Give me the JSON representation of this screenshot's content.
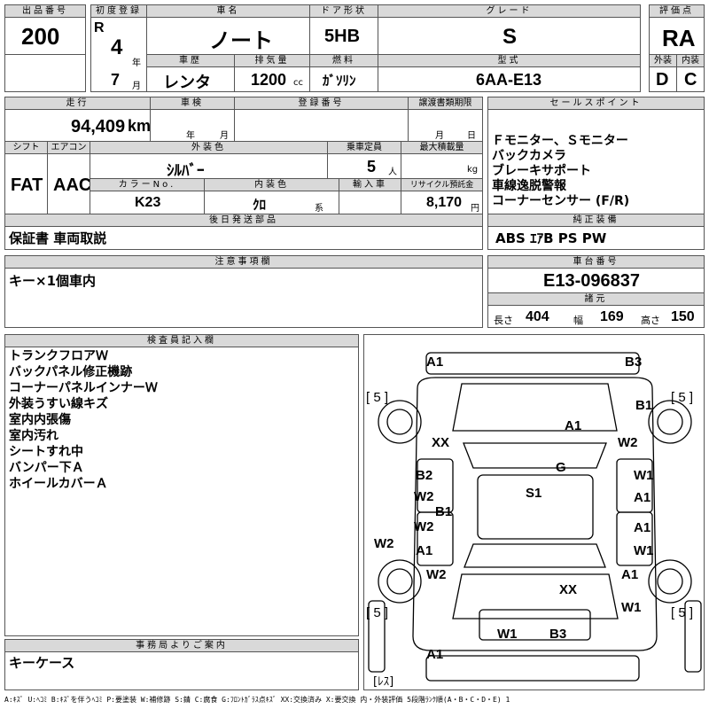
{
  "headers": {
    "lot_no": "出品番号",
    "first_reg": "初度登録",
    "car_name": "車名",
    "door_type": "ドア形状",
    "grade": "グレード",
    "rating": "評価点",
    "exterior": "外装",
    "interior": "内装",
    "history": "車歴",
    "displacement": "排気量",
    "fuel": "燃料",
    "model_code": "型式",
    "mileage": "走行",
    "inspection": "車検",
    "reg_no": "登録番号",
    "transfer_date": "譲渡書類期限",
    "sales_points": "セールスポイント",
    "shift": "シフト",
    "aircon": "エアコン",
    "exterior_color": "外装色",
    "capacity": "乗車定員",
    "max_load": "最大積載量",
    "color_no": "カラーNo.",
    "interior_color": "内装色",
    "import": "輸入車",
    "recycle": "リサイクル預託金",
    "deferred": "後日発送部品",
    "genuine": "純正装備",
    "notes": "注意事項欄",
    "chassis": "車台番号",
    "specs": "諸元",
    "inspector": "検査員記入欄",
    "office": "事務局よりご案内"
  },
  "lot_number": "200",
  "first_registration": {
    "era": "R",
    "year": "4",
    "year_unit": "年",
    "month": "7",
    "month_unit": "月"
  },
  "car_name": "ノート",
  "door_type": "5HB",
  "grade": "S",
  "rating": {
    "overall": "RA",
    "exterior": "D",
    "interior": "C"
  },
  "history": "レンタ",
  "displacement": "1200",
  "displacement_unit": "cc",
  "fuel": "ｶﾞｿﾘﾝ",
  "model_code": "6AA-E13",
  "mileage": "94,409",
  "mileage_unit": "km",
  "inspection_units": {
    "year": "年",
    "month": "月"
  },
  "transfer_units": {
    "month": "月",
    "day": "日"
  },
  "sales_points": [
    "Ｆモニター、Ｓモニター",
    "バックカメラ",
    "ブレーキサポート",
    "車線逸脱警報",
    "コーナーセンサー (F/R)"
  ],
  "shift": "FAT",
  "aircon": "AAC",
  "exterior_color": "ｼﾙﾊﾞｰ",
  "capacity": "5",
  "capacity_unit": "人",
  "max_load_unit": "kg",
  "color_no": "K23",
  "interior_color": "ｸﾛ",
  "interior_color_suffix": "系",
  "recycle_fee": "8,170",
  "recycle_unit": "円",
  "deferred_parts": "保証書 車両取説",
  "genuine_equipment": "ABS ｴｱB PS PW",
  "notes": "キー×1個車内",
  "chassis_number": "E13-096837",
  "dimensions": {
    "length_label": "長さ",
    "length": "404",
    "width_label": "幅",
    "width": "169",
    "height_label": "高さ",
    "height": "150"
  },
  "inspector_notes": [
    "トランクフロアＷ",
    "バックパネル修正機跡",
    "コーナーパネルインナーＷ",
    "外装うすい線キズ",
    "室内内張傷",
    "室内汚れ",
    "シートすれ中",
    "バンパー下Ａ",
    "ホイールカバーＡ"
  ],
  "office_notes": "キーケース",
  "diagram_labels": {
    "rear_left": "A1",
    "rear_right": "B3",
    "trunk_right": "B1",
    "roof_right": "A1",
    "left_rear_qtr": "XX",
    "right_rear_qtr": "W2",
    "roof": "G",
    "cabin": "S1",
    "left_door_rear_1": "B2",
    "left_door_rear_2": "W2",
    "left_sill": "B1",
    "left_door_front_1": "W2",
    "left_door_front_2": "A1",
    "right_door_rear_1": "W1",
    "right_door_rear_2": "A1",
    "right_door_front_1": "A1",
    "right_door_front_2": "W1",
    "left_fender_outer": "W2",
    "left_fender": "W2",
    "hood": "XX",
    "right_fender": "A1",
    "right_front": "W1",
    "front_bumper_left": "W1",
    "front_bumper_right": "B3",
    "front_bottom": "A1",
    "tire_rl": "[ 5 ]",
    "tire_rr": "[ 5 ]",
    "tire_fl": "[ 5 ]",
    "tire_fr": "[ 5 ]",
    "less": "[ﾚｽ]"
  },
  "legend": "A:ｷｽﾞ U:ﾍｺﾐ B:ｷｽﾞを伴うﾍｺﾐ P:要塗装 W:補修跡 S:錆 C:腐食 G:ﾌﾛﾝﾄｶﾞﾗｽ点ｷｽﾞ XX:交換済み X:要交換 内・外装評価 5段階ﾗﾝｸ順(A・B・C・D・E) 1"
}
